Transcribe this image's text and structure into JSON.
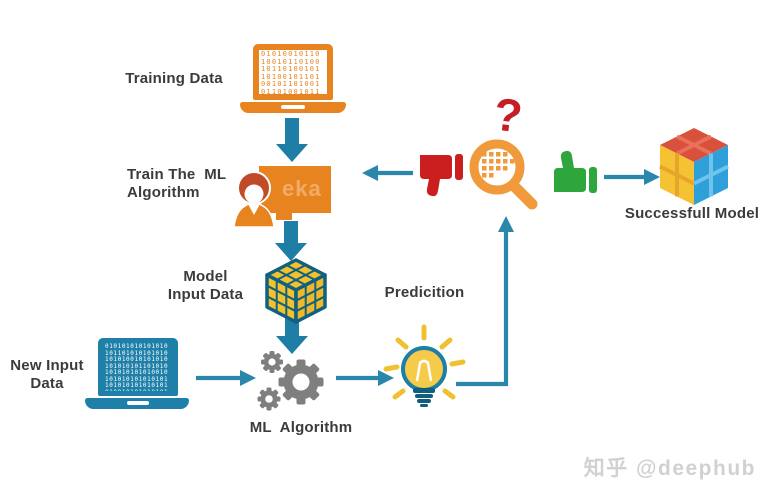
{
  "labels": {
    "training_data": "Training Data",
    "train_ml": "Train The  ML\nAlgorithm",
    "model_input": "Model\nInput Data",
    "ml_algorithm": "ML  Algorithm",
    "new_input": "New Input\nData",
    "prediction": "Predicition",
    "successful_model": "Successfull Model",
    "question_mark": "?"
  },
  "screens": {
    "training_binary": "0101001011010010110100101101001011010010110100101101001011010010110100101101001011010",
    "new_input_binary": "010101010101010101101010101010101010010101010101010101101010101010101010010101010101010101101010101010101010010101010101010101"
  },
  "watermarks": {
    "board": "eka",
    "site": "知乎 @deephub"
  },
  "icons": {
    "training_laptop": "laptop-binary-orange",
    "trainer": "person-presenting-board",
    "model_cube": "yellow-rubiks-cube",
    "gears": "gray-gears",
    "new_input_laptop": "laptop-binary-blue",
    "lightbulb": "idea-lightbulb",
    "magnifier": "magnifying-glass-data",
    "thumbs_down": "red-thumbs-down",
    "thumbs_up": "green-thumbs-up",
    "success_cube": "colored-cube-model"
  },
  "colors": {
    "arrow_teal": "#2A86AB",
    "orange": "#E8841F",
    "text_dark": "#3B3B3B",
    "red": "#C41F26",
    "green": "#2EA63B",
    "gear_gray": "#7F7F7F",
    "yellow": "#F2C230",
    "cube_red": "#D9503C",
    "cube_blue": "#2E9FD9",
    "teal_dark": "#11607F",
    "watermark_gray": "#C9C9C9"
  }
}
